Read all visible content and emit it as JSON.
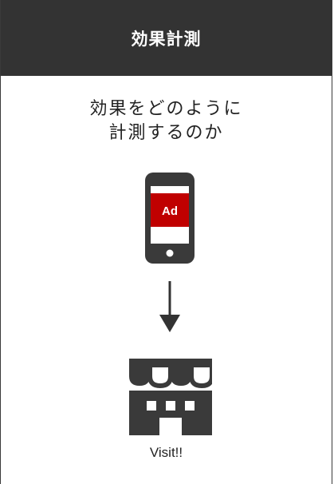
{
  "header": {
    "title": "効果計測"
  },
  "lead": {
    "line1": "効果をどのように",
    "line2": "計測するのか"
  },
  "phone": {
    "ad_label": "Ad",
    "icon": "smartphone-icon"
  },
  "arrow": {
    "icon": "arrow-down-icon"
  },
  "store": {
    "icon": "store-icon",
    "caption": "Visit!!"
  },
  "colors": {
    "header_bg": "#333333",
    "icon_dark": "#3a3a3a",
    "ad_red": "#c00000"
  }
}
